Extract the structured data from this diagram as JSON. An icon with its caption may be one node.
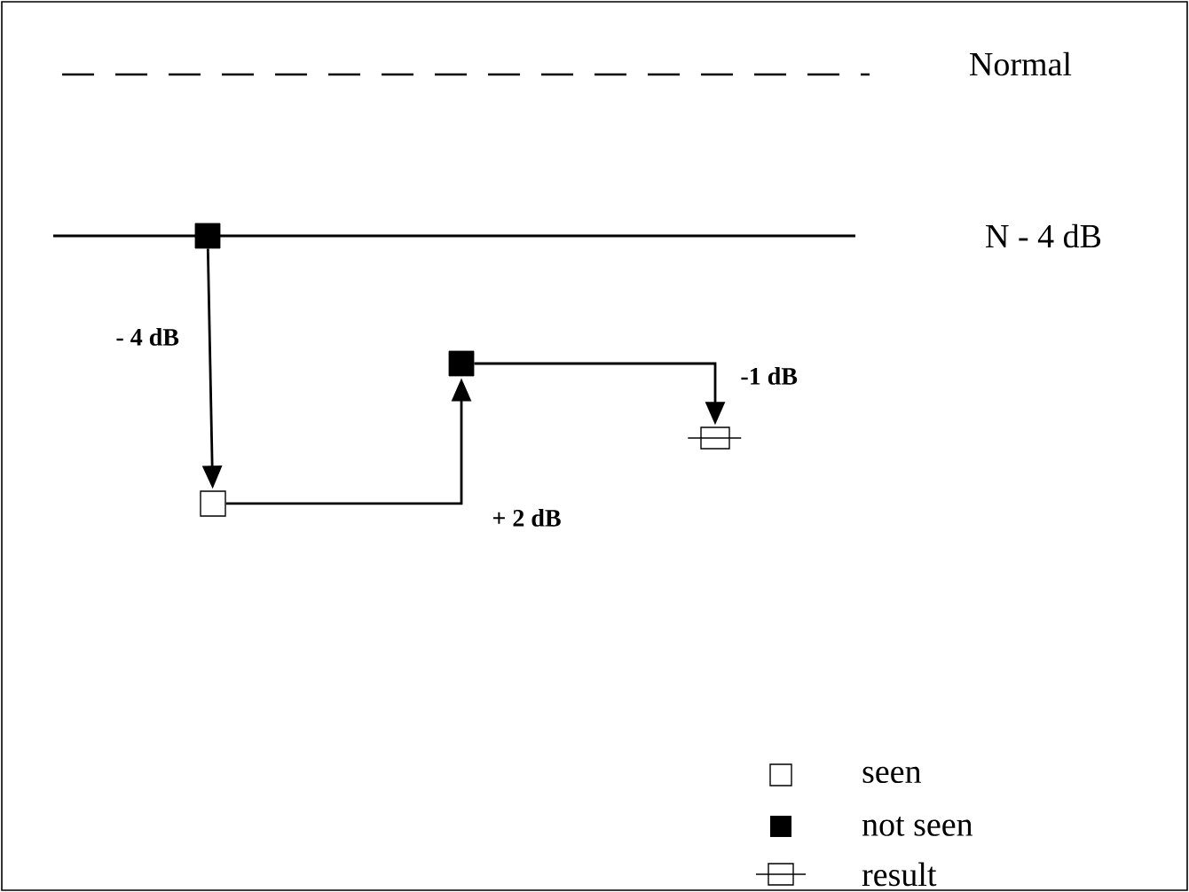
{
  "diagram": {
    "nodes": [
      {
        "text": [],
        "shape": "square"
      },
      {
        "text": [],
        "shape": "box"
      },
      {
        "text": [],
        "shape": "square"
      },
      {
        "text": [],
        "shape": "marker"
      }
    ],
    "edges": [
      {
        "from": 0,
        "to": 1,
        "arrow": "to",
        "label": "- 4 dB"
      },
      {
        "from": 1,
        "to": 2,
        "arrow": "to",
        "label": "+ 2 dB"
      },
      {
        "from": 2,
        "to": 3,
        "arrow": "to",
        "label": "-1 dB"
      }
    ],
    "labels": [
      "Normal",
      "N - 4 dB"
    ],
    "legend": [
      {
        "text": "seen"
      },
      {
        "text": "not seen"
      },
      {
        "text": "result"
      }
    ]
  }
}
